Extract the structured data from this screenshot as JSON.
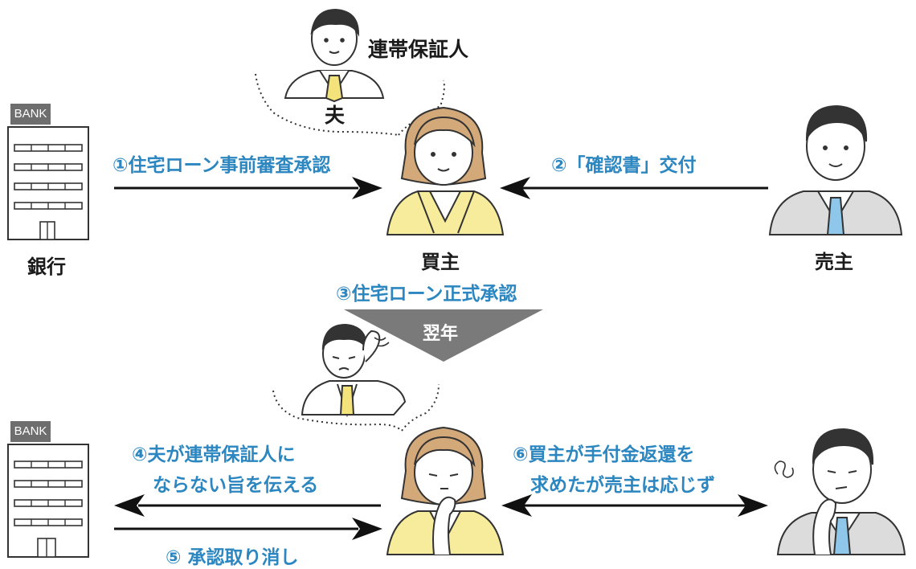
{
  "top": {
    "guarantor_label": "連帯保証人",
    "husband_label": "夫",
    "bank_label": "銀行",
    "buyer_label": "買主",
    "seller_label": "売主",
    "step1": "①住宅ローン事前審査承認",
    "step2": "②「確認書」交付"
  },
  "middle": {
    "step3": "③住宅ローン正式承認",
    "next_year": "翌年"
  },
  "bottom": {
    "step4_line1": "④夫が連帯保証人に",
    "step4_line2": "ならない旨を伝える",
    "step5": "⑤ 承認取り消し",
    "step6_line1": "⑥買主が手付金返還を",
    "step6_line2": "求めたが売主は応じず"
  },
  "bank_signs": [
    "BANK",
    "BANK"
  ],
  "colors": {
    "accent_blue": "#2c86c0",
    "buyer_jacket": "#f6ec9c",
    "buyer_hair": "#d4a97a",
    "tie_yellow": "#f3e37a",
    "tie_blue": "#8fc7ea",
    "suit_gray": "#dcdcdc",
    "banner_gray": "#7a7a7a"
  }
}
